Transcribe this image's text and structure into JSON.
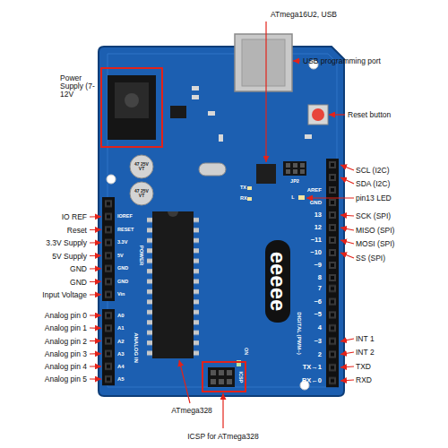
{
  "diagram": {
    "labels": [
      "ATmega16U2, USB",
      "USB programming port",
      "Reset button",
      "Power Supply (7-12V",
      "SCL (I2C)",
      "SDA (I2C)",
      "pin13 LED",
      "SCK (SPI)",
      "MISO (SPI)",
      "MOSI (SPI)",
      "SS (SPI)",
      "INT 1",
      "INT 2",
      "TXD",
      "RXD",
      "IO REF",
      "Reset",
      "3.3V Supply",
      "5V Supply",
      "GND",
      "GND",
      "Input Voltage",
      "Analog pin 0",
      "Analog pin 1",
      "Analog pin 2",
      "Analog pin 3",
      "Analog pin 4",
      "Analog pin 5",
      "ATmega328",
      "ICSP for ATmega328",
      "IOREF",
      "RESET",
      "3.3V",
      "5V",
      "GND",
      "GND",
      "Vin",
      "POWER",
      "A0",
      "A1",
      "A2",
      "A3",
      "A4",
      "A5",
      "ANALOG IN",
      "AREF",
      "GND",
      "13",
      "12",
      "~11",
      "~10",
      "~9",
      "8",
      "7",
      "~6",
      "~5",
      "4",
      "~3",
      "2",
      "TX→1",
      "RX←0",
      "DIGITAL (PWM~)",
      "eeeee",
      "TX",
      "RX",
      "JP2",
      "L",
      "ON",
      "ICSP",
      "47 25V VT",
      "47 25V VT"
    ]
  }
}
